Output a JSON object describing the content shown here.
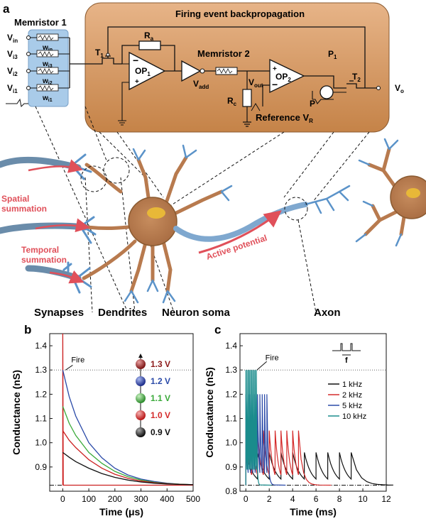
{
  "panel_a": {
    "label": "a",
    "memristor1": "Memristor 1",
    "memristor2": "Memristor 2",
    "backprop_title": "Firing event backpropagation",
    "inputs": [
      {
        "v": "V",
        "v_sub": "in",
        "w": "w",
        "w_sub": "in"
      },
      {
        "v": "V",
        "v_sub": "i3",
        "w": "w",
        "w_sub": "i3"
      },
      {
        "v": "V",
        "v_sub": "i2",
        "w": "w",
        "w_sub": "i2"
      },
      {
        "v": "V",
        "v_sub": "i1",
        "w": "w",
        "w_sub": "i1"
      }
    ],
    "t1": "T",
    "t1_sub": "1",
    "t2": "T",
    "t2_sub": "2",
    "ra": "R",
    "ra_sub": "a",
    "rc": "R",
    "rc_sub": "c",
    "op1": "OP",
    "op1_sub": "1",
    "op2": "OP",
    "op2_sub": "2",
    "vadd": "V",
    "vadd_sub": "add",
    "vout": "V",
    "vout_sub": "out",
    "p1": "P",
    "p1_sub": "1",
    "p": "P",
    "vo": "V",
    "vo_sub": "o",
    "reference": "Reference V",
    "reference_sub": "R",
    "spatial": [
      "Spatial",
      "summation"
    ],
    "temporal": [
      "Temporal",
      "summation"
    ],
    "active": "Active potential",
    "synapses": "Synapses",
    "dendrites": "Dendrites",
    "soma": "Neuron soma",
    "axon": "Axon"
  },
  "colors": {
    "panel_orange": "#c98a4e",
    "dendrite_blue": "#5b93c9",
    "soma_brown": "#b87a4e",
    "nucleus_yellow": "#e8b838",
    "arrow_red": "#e0505a",
    "memristor_blue": "#a9cbe9"
  },
  "chart_data": [
    {
      "panel": "b",
      "type": "line",
      "xlabel": "Time (μs)",
      "ylabel": "Conductance (nS)",
      "xlim": [
        -50,
        500
      ],
      "ylim": [
        0.8,
        1.45
      ],
      "xticks": [
        0,
        100,
        200,
        300,
        400,
        500
      ],
      "yticks": [
        0.9,
        1.0,
        1.1,
        1.2,
        1.3,
        1.4
      ],
      "baseline": 0.825,
      "threshold": 1.3,
      "annotation": "Fire",
      "legend_position": "center-right",
      "series": [
        {
          "name": "1.3 V",
          "color": "#cc2020",
          "x": [
            0,
            0,
            2,
            500
          ],
          "y": [
            0.825,
            1.45,
            0.825,
            0.825
          ]
        },
        {
          "name": "1.2 V",
          "color": "#2a4aa8",
          "x": [
            0,
            25,
            50,
            100,
            150,
            200,
            250,
            300,
            350,
            400,
            450,
            500
          ],
          "y": [
            1.3,
            1.19,
            1.11,
            1.0,
            0.938,
            0.895,
            0.867,
            0.85,
            0.84,
            0.833,
            0.829,
            0.827
          ]
        },
        {
          "name": "1.1 V",
          "color": "#3aaa3a",
          "x": [
            0,
            25,
            50,
            100,
            150,
            200,
            250,
            300,
            350,
            400,
            450,
            500
          ],
          "y": [
            1.15,
            1.08,
            1.03,
            0.96,
            0.915,
            0.882,
            0.86,
            0.846,
            0.837,
            0.832,
            0.829,
            0.827
          ]
        },
        {
          "name": "1.0 V",
          "color": "#cc2020",
          "x": [
            0,
            25,
            50,
            100,
            150,
            200,
            250,
            300,
            350,
            400,
            450,
            500
          ],
          "y": [
            1.05,
            1.01,
            0.98,
            0.93,
            0.895,
            0.87,
            0.853,
            0.842,
            0.835,
            0.831,
            0.828,
            0.827
          ]
        },
        {
          "name": "0.9 V",
          "color": "#111111",
          "x": [
            0,
            25,
            50,
            100,
            150,
            200,
            250,
            300,
            350,
            400,
            450,
            500
          ],
          "y": [
            0.96,
            0.94,
            0.922,
            0.895,
            0.873,
            0.857,
            0.846,
            0.838,
            0.833,
            0.83,
            0.828,
            0.827
          ]
        }
      ],
      "legend_colors": [
        "#8b1a1a",
        "#2a4aa8",
        "#3aaa3a",
        "#d42a2a",
        "#111111"
      ]
    },
    {
      "panel": "c",
      "type": "line",
      "xlabel": "Time (ms)",
      "ylabel": "Conducatance (nS)",
      "xlim": [
        -0.5,
        12
      ],
      "ylim": [
        0.8,
        1.45
      ],
      "xticks": [
        0,
        2,
        4,
        6,
        8,
        10,
        12
      ],
      "yticks": [
        0.8,
        0.9,
        1.0,
        1.1,
        1.2,
        1.3,
        1.4
      ],
      "baseline": 0.825,
      "threshold": 1.3,
      "annotation": "Fire",
      "pulse_inset_label": "f",
      "legend_position": "right",
      "series": [
        {
          "name": "1 kHz",
          "color": "#111111",
          "peak": 0.96,
          "period": 1.0,
          "pulses": 10,
          "tau": 0.6
        },
        {
          "name": "2 kHz",
          "color": "#d42a2a",
          "peak": 1.05,
          "period": 0.5,
          "pulses": 10,
          "tau": 0.3
        },
        {
          "name": "5 kHz",
          "color": "#2a4aa8",
          "peak": 1.2,
          "period": 0.2,
          "pulses": 10,
          "tau": 0.1
        },
        {
          "name": "10 kHz",
          "color": "#1a8c8c",
          "peak": 1.3,
          "period": 0.1,
          "pulses": 10,
          "tau": 0.05
        }
      ]
    }
  ]
}
